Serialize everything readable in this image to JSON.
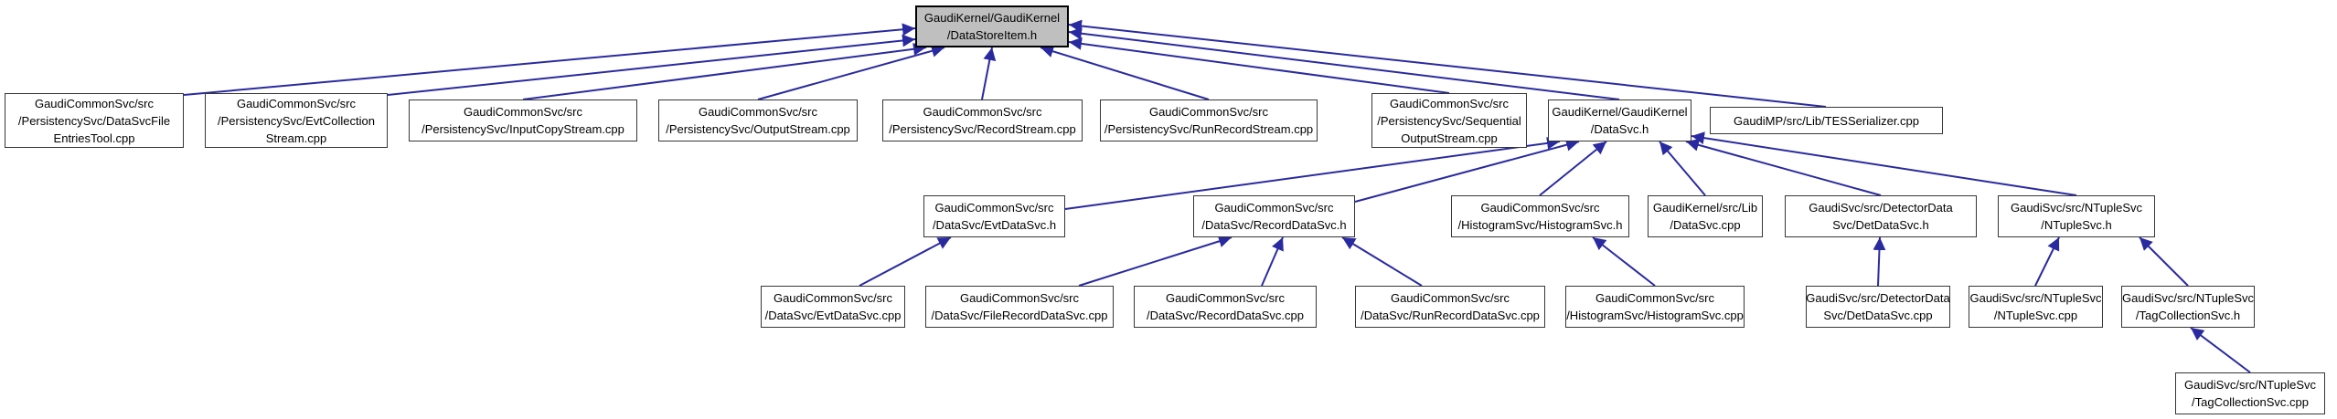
{
  "diagram": {
    "type": "include-dependency-graph",
    "root_file": "GaudiKernel/GaudiKernel/DataStoreItem.h",
    "nodes": [
      {
        "id": "n0",
        "label": "GaudiKernel/GaudiKernel\n/DataStoreItem.h",
        "highlighted": true
      },
      {
        "id": "n1",
        "label": "GaudiCommonSvc/src\n/PersistencySvc/DataSvcFile\nEntriesTool.cpp",
        "highlighted": false
      },
      {
        "id": "n2",
        "label": "GaudiCommonSvc/src\n/PersistencySvc/EvtCollection\nStream.cpp",
        "highlighted": false
      },
      {
        "id": "n3",
        "label": "GaudiCommonSvc/src\n/PersistencySvc/InputCopyStream.cpp",
        "highlighted": false
      },
      {
        "id": "n4",
        "label": "GaudiCommonSvc/src\n/PersistencySvc/OutputStream.cpp",
        "highlighted": false
      },
      {
        "id": "n5",
        "label": "GaudiCommonSvc/src\n/PersistencySvc/RecordStream.cpp",
        "highlighted": false
      },
      {
        "id": "n6",
        "label": "GaudiCommonSvc/src\n/PersistencySvc/RunRecordStream.cpp",
        "highlighted": false
      },
      {
        "id": "n7",
        "label": "GaudiCommonSvc/src\n/PersistencySvc/Sequential\nOutputStream.cpp",
        "highlighted": false
      },
      {
        "id": "n8",
        "label": "GaudiKernel/GaudiKernel\n/DataSvc.h",
        "highlighted": false
      },
      {
        "id": "n9",
        "label": "GaudiMP/src/Lib/TESSerializer.cpp",
        "highlighted": false
      },
      {
        "id": "n10",
        "label": "GaudiCommonSvc/src\n/DataSvc/EvtDataSvc.h",
        "highlighted": false
      },
      {
        "id": "n11",
        "label": "GaudiCommonSvc/src\n/DataSvc/RecordDataSvc.h",
        "highlighted": false
      },
      {
        "id": "n12",
        "label": "GaudiCommonSvc/src\n/HistogramSvc/HistogramSvc.h",
        "highlighted": false
      },
      {
        "id": "n13",
        "label": "GaudiKernel/src/Lib\n/DataSvc.cpp",
        "highlighted": false
      },
      {
        "id": "n14",
        "label": "GaudiSvc/src/DetectorData\nSvc/DetDataSvc.h",
        "highlighted": false
      },
      {
        "id": "n15",
        "label": "GaudiSvc/src/NTupleSvc\n/NTupleSvc.h",
        "highlighted": false
      },
      {
        "id": "n16",
        "label": "GaudiCommonSvc/src\n/DataSvc/EvtDataSvc.cpp",
        "highlighted": false
      },
      {
        "id": "n17",
        "label": "GaudiCommonSvc/src\n/DataSvc/FileRecordDataSvc.cpp",
        "highlighted": false
      },
      {
        "id": "n18",
        "label": "GaudiCommonSvc/src\n/DataSvc/RecordDataSvc.cpp",
        "highlighted": false
      },
      {
        "id": "n19",
        "label": "GaudiCommonSvc/src\n/DataSvc/RunRecordDataSvc.cpp",
        "highlighted": false
      },
      {
        "id": "n20",
        "label": "GaudiCommonSvc/src\n/HistogramSvc/HistogramSvc.cpp",
        "highlighted": false
      },
      {
        "id": "n21",
        "label": "GaudiSvc/src/DetectorData\nSvc/DetDataSvc.cpp",
        "highlighted": false
      },
      {
        "id": "n22",
        "label": "GaudiSvc/src/NTupleSvc\n/NTupleSvc.cpp",
        "highlighted": false
      },
      {
        "id": "n23",
        "label": "GaudiSvc/src/NTupleSvc\n/TagCollectionSvc.h",
        "highlighted": false
      },
      {
        "id": "n24",
        "label": "GaudiSvc/src/NTupleSvc\n/TagCollectionSvc.cpp",
        "highlighted": false
      }
    ],
    "edges": [
      {
        "from": "n1",
        "to": "n0"
      },
      {
        "from": "n2",
        "to": "n0"
      },
      {
        "from": "n3",
        "to": "n0"
      },
      {
        "from": "n4",
        "to": "n0"
      },
      {
        "from": "n5",
        "to": "n0"
      },
      {
        "from": "n6",
        "to": "n0"
      },
      {
        "from": "n7",
        "to": "n0"
      },
      {
        "from": "n8",
        "to": "n0"
      },
      {
        "from": "n9",
        "to": "n0"
      },
      {
        "from": "n10",
        "to": "n8"
      },
      {
        "from": "n11",
        "to": "n8"
      },
      {
        "from": "n12",
        "to": "n8"
      },
      {
        "from": "n13",
        "to": "n8"
      },
      {
        "from": "n14",
        "to": "n8"
      },
      {
        "from": "n15",
        "to": "n8"
      },
      {
        "from": "n16",
        "to": "n10"
      },
      {
        "from": "n17",
        "to": "n11"
      },
      {
        "from": "n18",
        "to": "n11"
      },
      {
        "from": "n19",
        "to": "n11"
      },
      {
        "from": "n20",
        "to": "n12"
      },
      {
        "from": "n21",
        "to": "n14"
      },
      {
        "from": "n22",
        "to": "n15"
      },
      {
        "from": "n23",
        "to": "n15"
      },
      {
        "from": "n24",
        "to": "n23"
      }
    ]
  },
  "colors": {
    "edge_color": "#2a2aa0",
    "node_border": "#363636",
    "node_fill": "#ffffff",
    "highlight_fill": "#bfbfbf",
    "highlight_border": "#000000",
    "text_color": "#000000",
    "background": "#ffffff"
  }
}
